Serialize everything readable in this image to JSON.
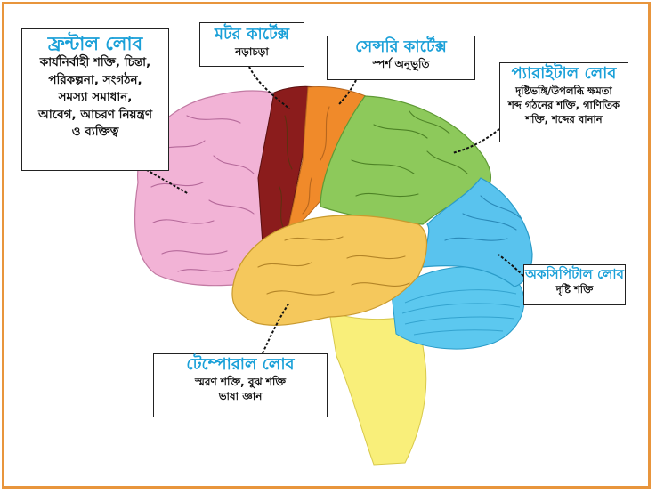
{
  "colors": {
    "frame": "#e8953c",
    "title": "#1aa0d8",
    "frontal": "#f2b3d6",
    "motor": "#8b1c1c",
    "sensory": "#f08a2a",
    "parietal": "#8dc95b",
    "occipital": "#59c3ee",
    "temporal": "#f5c85c",
    "cerebellum": "#5cc8ef",
    "brainstem": "#f9ef7a"
  },
  "labels": {
    "frontal": {
      "title": "ফ্রন্টাল লোব",
      "lines": [
        "কার্যনির্বাহী শক্তি, চিন্তা,",
        "পরিকল্পনা, সংগঠন,",
        "সমস্যা সমাধান,",
        "আবেগ, আচরণ নিয়ন্ত্রণ",
        "ও ব্যক্তিত্ব"
      ]
    },
    "motor": {
      "title": "মটর কার্টেক্স",
      "lines": [
        "নড়াচড়া"
      ]
    },
    "sensory": {
      "title": "সেন্সরি কার্টেক্স",
      "lines": [
        "স্পর্শ অনুভূতি"
      ]
    },
    "parietal": {
      "title": "প্যারাইটাল লোব",
      "lines": [
        "দৃষ্টিভঙ্গি/উপলব্ধি ক্ষমতা",
        "শব্দ গঠনের শক্তি, গাণিতিক",
        "শক্তি, শব্দের বানান"
      ]
    },
    "occipital": {
      "title": "অকসিপিটাল লোব",
      "lines": [
        "দৃষ্টি শক্তি"
      ]
    },
    "temporal": {
      "title": "টেম্পোরাল লোব",
      "lines": [
        "স্মরণ শক্তি, বুঝ শক্তি",
        "ভাষা জ্ঞান"
      ]
    }
  }
}
